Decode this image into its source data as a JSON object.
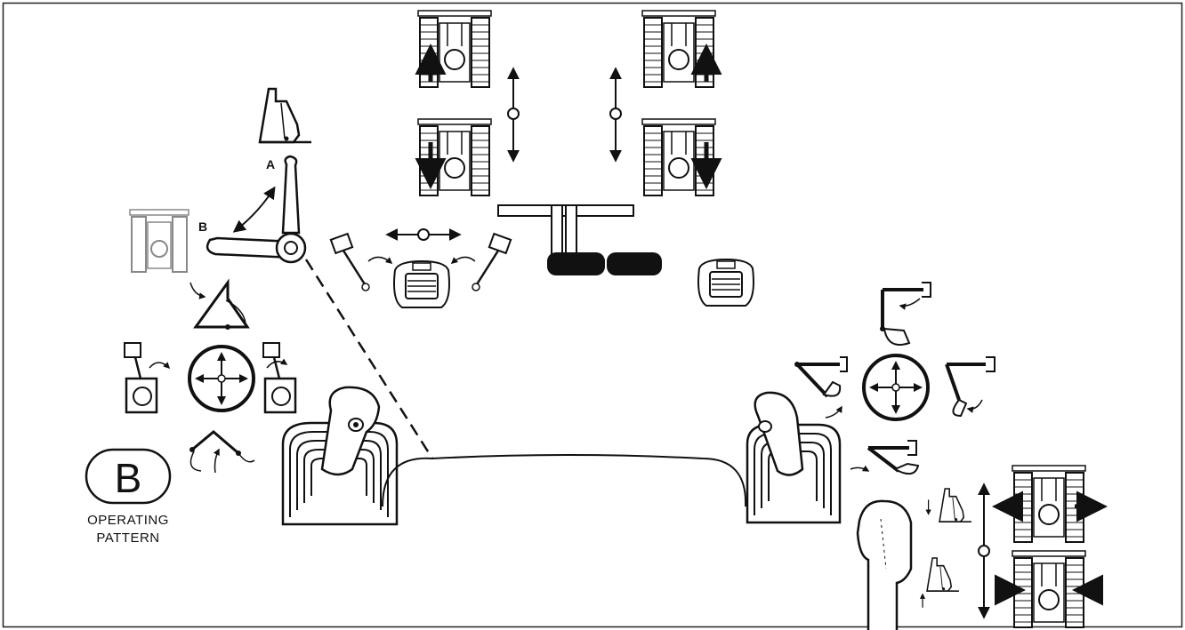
{
  "pattern_badge": {
    "letter": "B",
    "caption_line1": "OPERATING",
    "caption_line2": "PATTERN"
  },
  "lever_labels": {
    "a": "A",
    "b": "B"
  },
  "colors": {
    "line": "#111111",
    "background": "#ffffff",
    "frame": "#222222"
  },
  "icons": [
    "crawler-travel-forward-icon",
    "crawler-travel-reverse-icon",
    "pedal-icon",
    "dozer-blade-icon",
    "lever-lock-icon",
    "joystick-icon",
    "swing-icon",
    "boom-icon",
    "arm-icon",
    "bucket-icon",
    "track-widen-icon",
    "track-narrow-icon"
  ]
}
